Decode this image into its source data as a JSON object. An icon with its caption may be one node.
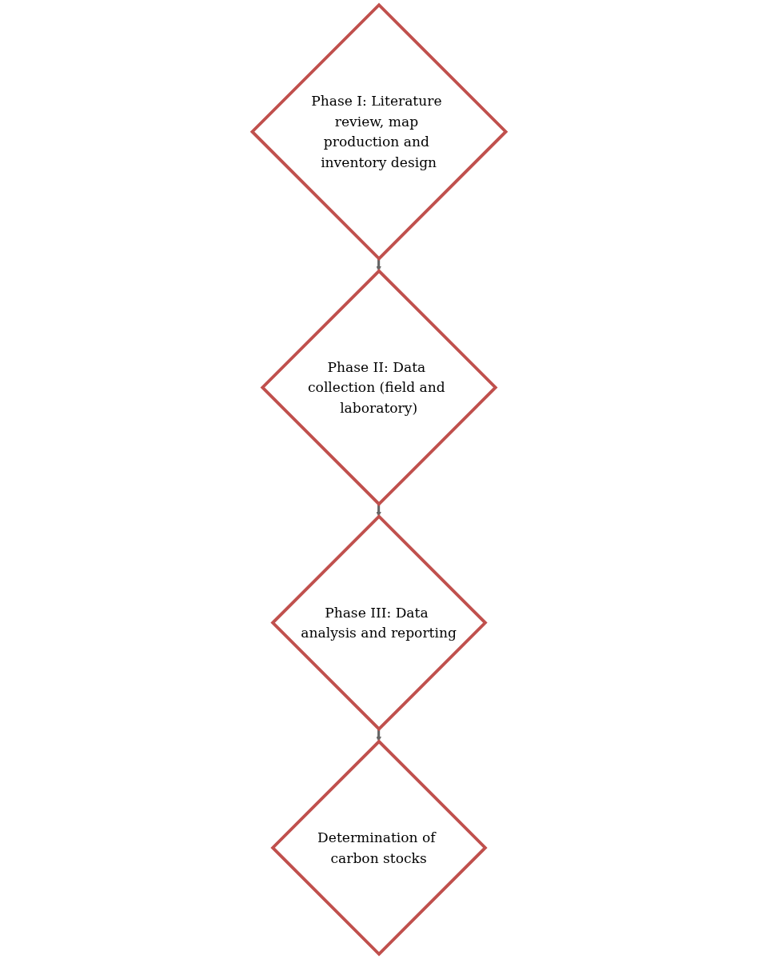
{
  "diagram": {
    "nodes": [
      {
        "text": [
          "Phase I: Literature review, map production and inventory design"
        ]
      },
      {
        "text": [
          "Phase II: Data collection (field and laboratory)"
        ]
      },
      {
        "text": [
          "Phase III: Data analysis and reporting"
        ]
      },
      {
        "text": [
          "Determination of carbon stocks"
        ]
      }
    ],
    "edges": [
      {
        "from": 0,
        "to": 1,
        "arrow": "to"
      },
      {
        "from": 1,
        "to": 2,
        "arrow": "to"
      },
      {
        "from": 2,
        "to": 3,
        "arrow": "to"
      }
    ]
  }
}
